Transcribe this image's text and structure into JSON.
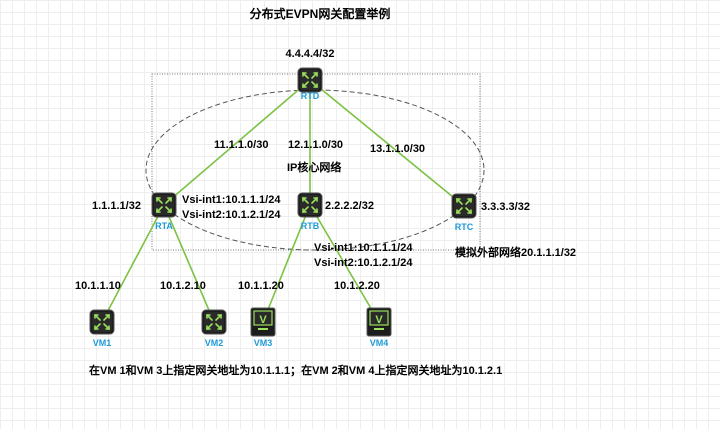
{
  "title": "分布式EVPN网关配置举例",
  "core_label": "IP核心网络",
  "devices": {
    "rtd": {
      "name": "RTD",
      "ip": "4.4.4.4/32"
    },
    "rta": {
      "name": "RTA",
      "ip": "1.1.1.1/32"
    },
    "rtb": {
      "name": "RTB",
      "ip": "2.2.2.2/32"
    },
    "rtc": {
      "name": "RTC",
      "ip": "3.3.3.3/32"
    },
    "vm1": {
      "name": "VM1",
      "ip": "10.1.1.10"
    },
    "vm2": {
      "name": "VM2",
      "ip": "10.1.2.10"
    },
    "vm3": {
      "name": "VM3",
      "ip": "10.1.1.20"
    },
    "vm4": {
      "name": "VM4",
      "ip": "10.1.2.20"
    }
  },
  "links": {
    "rtd_rta": "11.1.1.0/30",
    "rtd_rtb": "12.1.1.0/30",
    "rtd_rtc": "13.1.1.0/30"
  },
  "rta_vsi": [
    "Vsi-int1:10.1.1.1/24",
    "Vsi-int2:10.1.2.1/24"
  ],
  "rtb_vsi": [
    "Vsi-int1:10.1.1.1/24",
    "Vsi-int2:10.1.2.1/24"
  ],
  "external_label": "模拟外部网络20.1.1.1/32",
  "footnote": "在VM 1和VM 3上指定网关地址为10.1.1.1；在VM 2和VM 4上指定网关地址为10.1.2.1",
  "colors": {
    "link": "#7cc242",
    "device_fill": "#1c1c1c",
    "device_label": "#1e9bd7"
  }
}
